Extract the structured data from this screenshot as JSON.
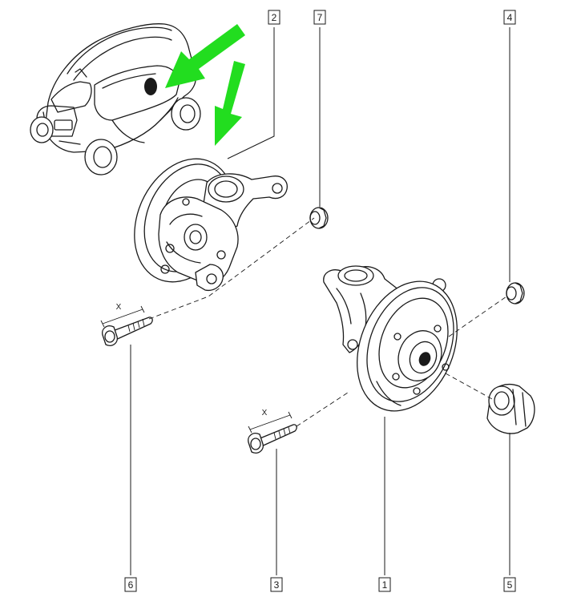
{
  "callouts": [
    {
      "id": "callout-2",
      "label": "2"
    },
    {
      "id": "callout-7",
      "label": "7"
    },
    {
      "id": "callout-4",
      "label": "4"
    },
    {
      "id": "callout-6",
      "label": "6"
    },
    {
      "id": "callout-3",
      "label": "3"
    },
    {
      "id": "callout-1",
      "label": "1"
    },
    {
      "id": "callout-5",
      "label": "5"
    }
  ],
  "dimension_labels": {
    "bolt_6": "X",
    "bolt_3": "X"
  },
  "colors": {
    "highlight_arrow": "#22dd1f",
    "line": "#1a1a1a",
    "background": "#ffffff"
  }
}
